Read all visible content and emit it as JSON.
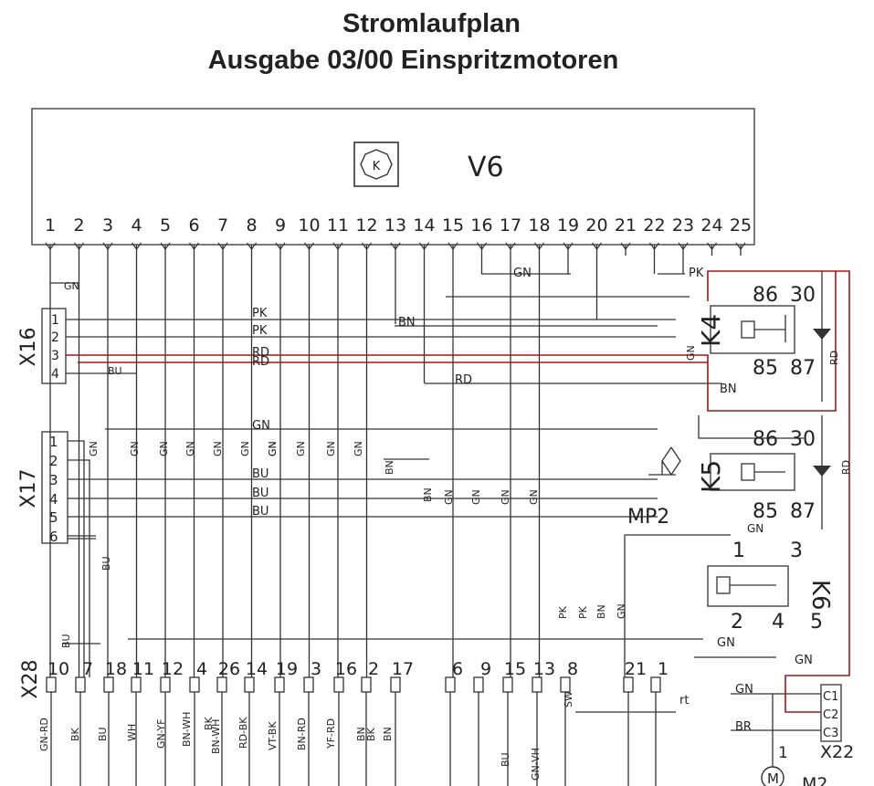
{
  "title": "Stromlaufplan",
  "subtitle": "Ausgabe 03/00 Einspritzmotoren",
  "module": {
    "name": "V6",
    "pins": [
      "1",
      "2",
      "3",
      "4",
      "5",
      "6",
      "7",
      "8",
      "9",
      "10",
      "11",
      "12",
      "13",
      "14",
      "15",
      "16",
      "17",
      "18",
      "19",
      "20",
      "21",
      "22",
      "23",
      "24",
      "25"
    ]
  },
  "connectors": {
    "x16": {
      "name": "X16",
      "pins": [
        "1",
        "2",
        "3",
        "4"
      ]
    },
    "x17": {
      "name": "X17",
      "pins": [
        "1",
        "2",
        "3",
        "4",
        "5",
        "6"
      ]
    },
    "x28": {
      "name": "X28",
      "pins": [
        "10",
        "7",
        "18",
        "11",
        "12",
        "4",
        "26",
        "14",
        "19",
        "3",
        "16",
        "2",
        "17",
        "6",
        "9",
        "15",
        "13",
        "8",
        "21",
        "1"
      ]
    },
    "x22": {
      "name": "X22",
      "pins": [
        "C1",
        "C2",
        "C3"
      ]
    }
  },
  "relays": {
    "k4": {
      "name": "K4",
      "t86": "86",
      "t30": "30",
      "t85": "85",
      "t87": "87"
    },
    "k5": {
      "name": "K5",
      "t86": "86",
      "t30": "30",
      "t85": "85",
      "t87": "87"
    },
    "k6": {
      "name": "K6",
      "t1": "1",
      "t3": "3",
      "t2": "2",
      "t4": "4",
      "t5": "5"
    }
  },
  "mp2": "MP2",
  "motor": {
    "pin": "1",
    "label": "M2"
  },
  "wire_labels": {
    "gn": "GN",
    "pk": "PK",
    "rd": "RD",
    "bn": "BN",
    "bu": "BU",
    "bk": "BK",
    "wh": "WH",
    "br": "BR",
    "rt": "rt",
    "gn_rd": "GN-RD",
    "gn_yf": "GN-YF",
    "bn_wh": "BN-WH",
    "rd_bk": "RD-BK",
    "vt_bk": "VT-BK",
    "bn_rd": "BN-RD",
    "yf_rd": "YF-RD",
    "gn_vh": "GN-VH",
    "sw": "SW"
  }
}
